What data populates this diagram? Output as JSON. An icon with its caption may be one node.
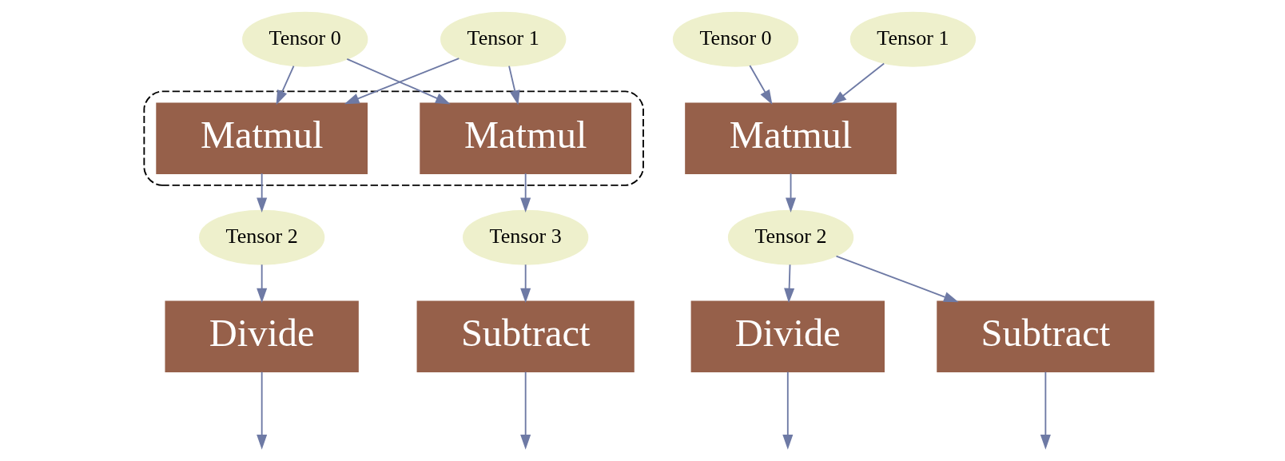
{
  "diagram": {
    "nodes": [
      {
        "text": [
          "Tensor 0"
        ]
      },
      {
        "text": [
          "Tensor 1"
        ]
      },
      {
        "text": [],
        "shape": "box"
      },
      {
        "text": [
          "Matmul"
        ],
        "in": 2
      },
      {
        "text": [
          "Matmul"
        ],
        "in": 2
      },
      {
        "text": [
          "Tensor 2"
        ]
      },
      {
        "text": [
          "Tensor 3"
        ]
      },
      {
        "text": [
          "Divide"
        ]
      },
      {
        "text": [
          "Subtract"
        ]
      },
      {
        "text": [
          "Tensor 0"
        ]
      },
      {
        "text": [
          "Tensor 1"
        ]
      },
      {
        "text": [
          "Matmul"
        ]
      },
      {
        "text": [
          "Tensor 2"
        ]
      },
      {
        "text": [
          "Divide"
        ]
      },
      {
        "text": [
          "Subtract"
        ]
      }
    ],
    "edges": [
      {
        "from": 0,
        "to": 3,
        "arrow": "to"
      },
      {
        "from": 0,
        "to": 4,
        "arrow": "to"
      },
      {
        "from": 1,
        "to": 3,
        "arrow": "to"
      },
      {
        "from": 1,
        "to": 4,
        "arrow": "to"
      },
      {
        "from": 3,
        "to": 5,
        "arrow": "to"
      },
      {
        "from": 4,
        "to": 6,
        "arrow": "to"
      },
      {
        "from": 5,
        "to": 7,
        "arrow": "to"
      },
      {
        "from": 6,
        "to": 8,
        "arrow": "to"
      },
      {
        "from": 7,
        "to": null,
        "arrow": "to"
      },
      {
        "from": 8,
        "to": null,
        "arrow": "to"
      },
      {
        "from": 9,
        "to": 11,
        "arrow": "to"
      },
      {
        "from": 10,
        "to": 11,
        "arrow": "to"
      },
      {
        "from": 11,
        "to": 12,
        "arrow": "to"
      },
      {
        "from": 12,
        "to": 13,
        "arrow": "to"
      },
      {
        "from": 12,
        "to": 14,
        "arrow": "to"
      },
      {
        "from": 13,
        "to": null,
        "arrow": "to"
      },
      {
        "from": 14,
        "to": null,
        "arrow": "to"
      }
    ]
  }
}
